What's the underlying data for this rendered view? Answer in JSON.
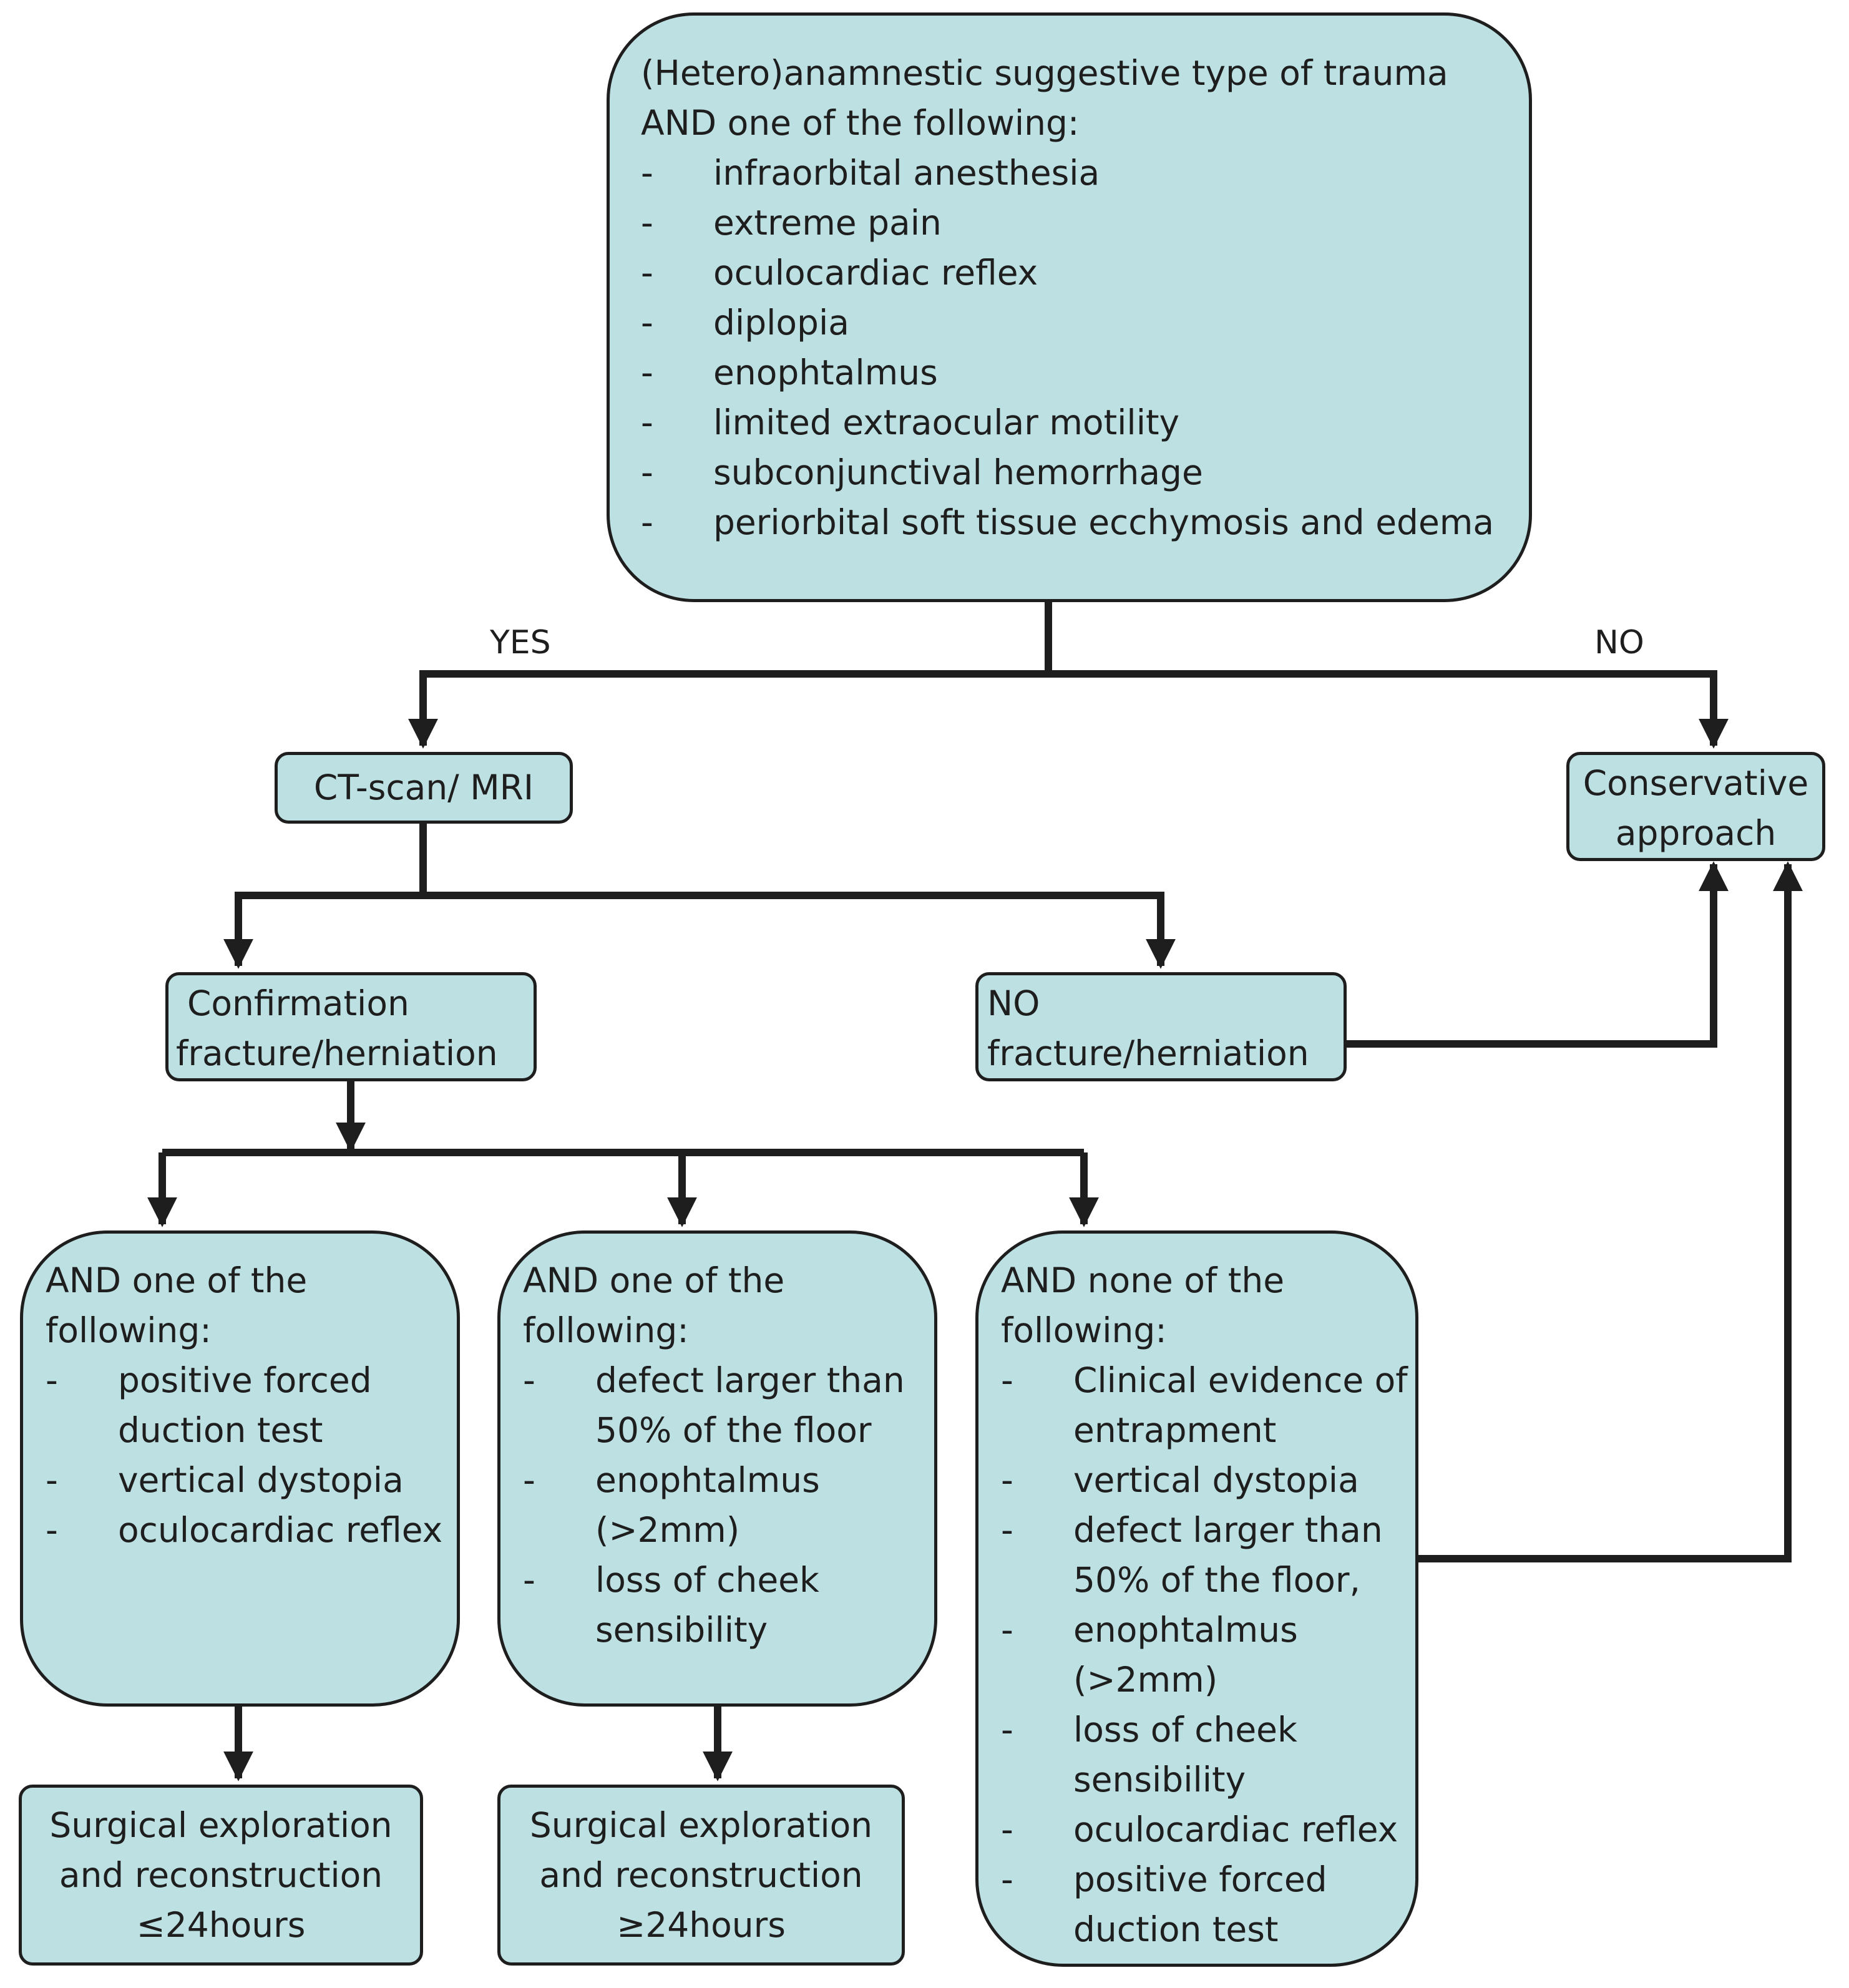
{
  "top": {
    "heading": [
      "(Hetero)anamnestic suggestive type of trauma",
      "AND one of the following:"
    ],
    "bullet": "-",
    "items": [
      "infraorbital anesthesia",
      "extreme pain",
      "oculocardiac reflex",
      "diplopia",
      "enophtalmus",
      "limited extraocular motility",
      "subconjunctival hemorrhage",
      "periorbital soft tissue ecchymosis and edema"
    ]
  },
  "branch_labels": {
    "yes": "YES",
    "no": "NO"
  },
  "ct": {
    "label": "CT-scan/ MRI"
  },
  "conservative": {
    "lines": [
      "Conservative",
      "approach"
    ]
  },
  "confirm": {
    "lines": [
      "Confirmation",
      "fracture/herniation"
    ]
  },
  "nofracture": {
    "lines": [
      "NO",
      "fracture/herniation"
    ]
  },
  "left": {
    "heading": [
      "AND one of the",
      "following:"
    ],
    "items": [
      [
        "positive forced",
        "duction test"
      ],
      [
        "vertical dystopia"
      ],
      [
        "oculocardiac reflex"
      ]
    ]
  },
  "middle": {
    "heading": [
      "AND one of the",
      "following:"
    ],
    "items": [
      [
        "defect larger than",
        "50% of the floor"
      ],
      [
        "enophtalmus",
        "(>2mm)"
      ],
      [
        "loss of cheek",
        "sensibility"
      ]
    ]
  },
  "right": {
    "heading": [
      "AND none of the",
      "following:"
    ],
    "items": [
      [
        "Clinical evidence of",
        "entrapment"
      ],
      [
        "vertical dystopia"
      ],
      [
        "defect larger than",
        "50% of the floor,"
      ],
      [
        "enophtalmus",
        "(>2mm)"
      ],
      [
        "loss of cheek",
        "sensibility"
      ],
      [
        "oculocardiac reflex"
      ],
      [
        "positive forced",
        "duction test"
      ]
    ]
  },
  "surgery_le": {
    "lines": [
      "Surgical exploration",
      "and reconstruction",
      "≤24hours"
    ]
  },
  "surgery_ge": {
    "lines": [
      "Surgical exploration",
      "and reconstruction",
      "≥24hours"
    ]
  },
  "colors": {
    "box_fill": "#bde0e3",
    "stroke": "#1e1e1e"
  }
}
